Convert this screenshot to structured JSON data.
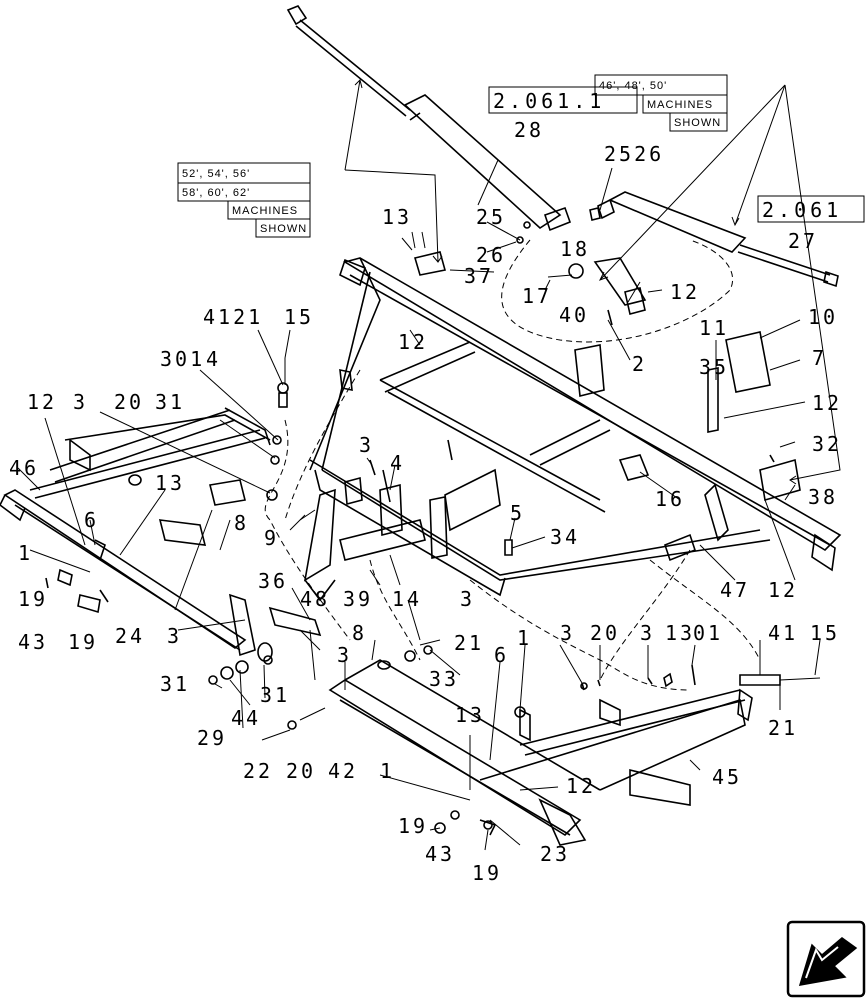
{
  "refs": [
    {
      "text": "2.061.1"
    },
    {
      "text": "2.061"
    }
  ],
  "notes": [
    {
      "lines": [
        "52', 54', 56'",
        "58', 60', 62'",
        "MACHINES",
        "SHOWN"
      ]
    },
    {
      "lines": [
        "46', 48', 50'",
        "MACHINES",
        "SHOWN"
      ]
    }
  ],
  "labels": [
    "28",
    "25",
    "26",
    "13",
    "2526",
    "18",
    "17",
    "40",
    "12",
    "2",
    "11",
    "10",
    "7",
    "35",
    "12",
    "32",
    "37",
    "12",
    "4121",
    "15",
    "301",
    "3",
    "20",
    "31",
    "12",
    "46",
    "6",
    "13",
    "8",
    "1",
    "19",
    "43",
    "19",
    "24",
    "3",
    "3",
    "4",
    "9",
    "5",
    "34",
    "16",
    "38",
    "47",
    "12",
    "36",
    "48",
    "39",
    "14",
    "3",
    "21",
    "3",
    "8",
    "31",
    "33",
    "6",
    "1",
    "44",
    "29",
    "31",
    "22",
    "20",
    "42",
    "1",
    "13",
    "12",
    "19",
    "43",
    "19",
    "23",
    "3",
    "20",
    "3",
    "13",
    "01",
    "41",
    "15",
    "21",
    "45",
    "27",
    "4"
  ]
}
